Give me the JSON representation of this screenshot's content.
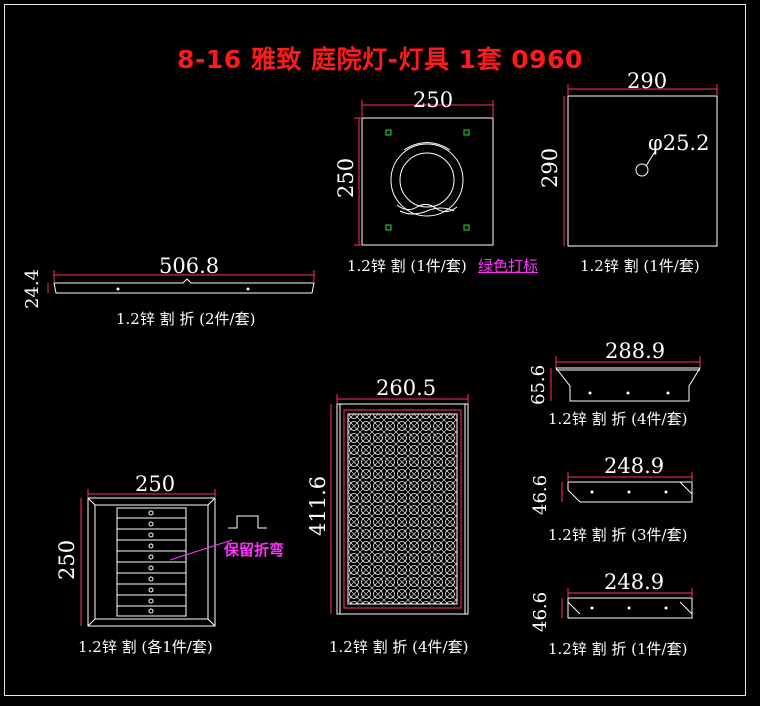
{
  "title": "8-16 雅致 庭院灯-灯具 1套 0960",
  "colors": {
    "background": "#000000",
    "title": "#ff1a1a",
    "lines": "#ffffff",
    "dim_lines": "#ff2a7a",
    "note": "#ff33ff",
    "marks": "#33dd33"
  },
  "parts": {
    "lamp_plate": {
      "width_dim": "250",
      "height_dim": "250",
      "caption": "1.2锌 割 (1件/套)",
      "note": "绿色打标"
    },
    "top_plate": {
      "width_dim": "290",
      "height_dim": "290",
      "hole_dim": "φ25.2",
      "caption": "1.2锌 割 (1件/套)"
    },
    "long_strip": {
      "length_dim": "506.8",
      "height_dim": "24.4",
      "caption": "1.2锌 割 折 (2件/套)"
    },
    "trapezoid_a": {
      "length_dim": "288.9",
      "height_dim": "65.6",
      "caption": "1.2锌 割 折 (4件/套)"
    },
    "trapezoid_b": {
      "length_dim": "248.9",
      "height_dim": "46.6",
      "caption": "1.2锌 割 折 (3件/套)"
    },
    "trapezoid_c": {
      "length_dim": "248.9",
      "height_dim": "46.6",
      "caption": "1.2锌 割 折 (1件/套)"
    },
    "grille_panel": {
      "width_dim": "260.5",
      "height_dim": "411.6",
      "caption": "1.2锌 割 折 (4件/套)"
    },
    "base_plate": {
      "width_dim": "250",
      "height_dim": "250",
      "caption": "1.2锌 割 (各1件/套)",
      "note": "保留折弯"
    }
  }
}
